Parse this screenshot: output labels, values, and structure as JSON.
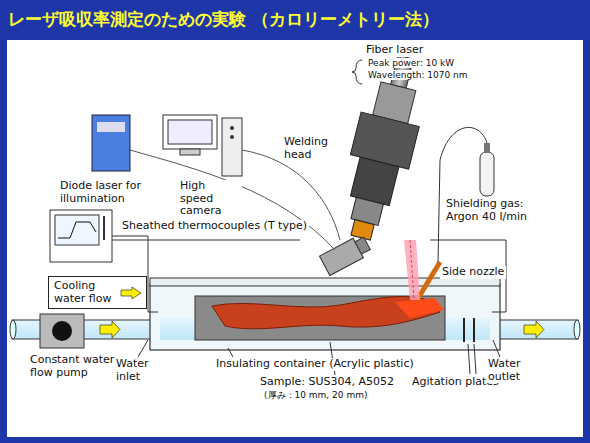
{
  "diagram": {
    "title": "レーザ吸収率測定のための実験 （カロリーメトリー法）",
    "nodes": [
      {
        "text": [
          "Cooling water flow"
        ]
      }
    ],
    "labels": [
      "Fiber laser",
      "Peak power: 10 kW",
      "Wavelength: 1070 nm",
      "Welding head",
      "Diode laser for illumination",
      "High speed camera",
      "Shielding gas: Argon 40 l/min",
      "Sheathed thermocouples (T type)",
      "Side nozzle",
      "Constant water flow pump",
      "Water inlet",
      "Insulating container (Acrylic plastic)",
      "Sample: SUS304, A5052",
      "(厚み：10 mm, 20 mm)",
      "Agitation plates",
      "Water outlet"
    ]
  }
}
